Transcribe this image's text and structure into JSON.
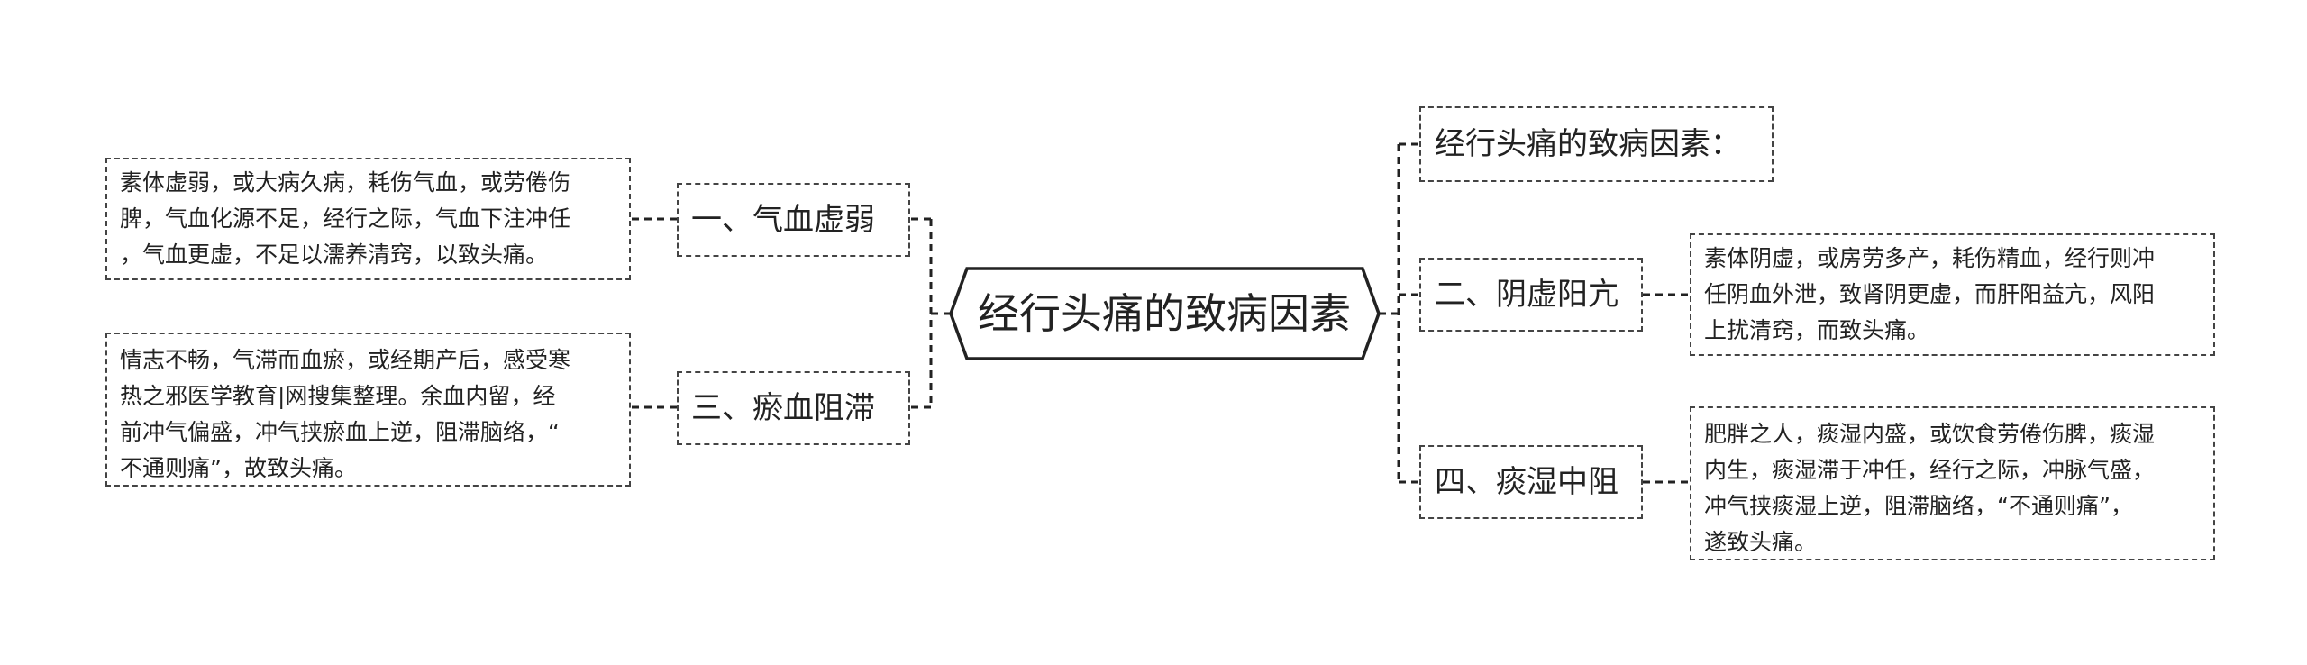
{
  "root": {
    "label": "经行头痛的致病因素"
  },
  "left_branches": [
    {
      "label": "一、气血虚弱",
      "detail": [
        "素体虚弱，或大病久病，耗伤气血，或劳倦伤",
        "脾，气血化源不足，经行之际，气血下注冲任",
        "，气血更虚，不足以濡养清窍，以致头痛。"
      ]
    },
    {
      "label": "三、瘀血阻滞",
      "detail": [
        "情志不畅，气滞而血瘀，或经期产后，感受寒",
        "热之邪医学教育|网搜集整理。余血内留，经",
        "前冲气偏盛，冲气挟瘀血上逆，阻滞脑络，“",
        "不通则痛”，故致头痛。"
      ]
    }
  ],
  "right_branches": [
    {
      "label": "经行头痛的致病因素："
    },
    {
      "label": "二、阴虚阳亢",
      "detail": [
        "素体阴虚，或房劳多产，耗伤精血，经行则冲",
        "任阴血外泄，致肾阴更虚，而肝阳益亢，风阳",
        "上扰清窍，而致头痛。"
      ]
    },
    {
      "label": "四、痰湿中阻",
      "detail": [
        "肥胖之人，痰湿内盛，或饮食劳倦伤脾，痰湿",
        "内生，痰湿滞于冲任，经行之际，冲脉气盛，",
        "冲气挟痰湿上逆，阻滞脑络，“不通则痛”，",
        "遂致头痛。"
      ]
    }
  ]
}
